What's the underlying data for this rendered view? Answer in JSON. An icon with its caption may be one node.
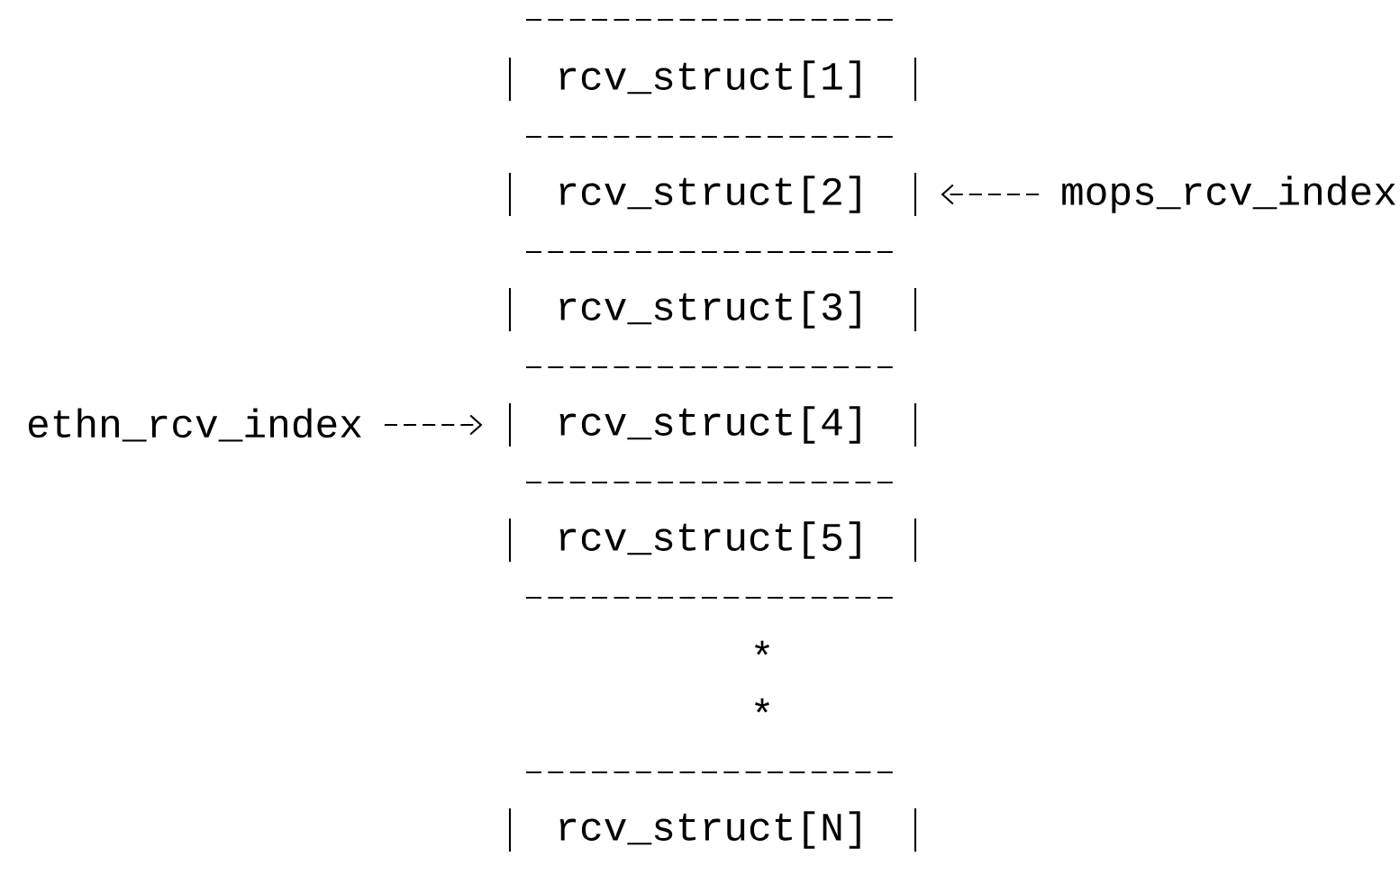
{
  "diagram": {
    "nodes": [
      {
        "text": [
          "rcv_struct[1]"
        ]
      },
      {
        "text": [
          "rcv_struct[2]"
        ]
      },
      {
        "text": [
          "mops_rcv_index"
        ]
      },
      {
        "text": [
          "rcv_struct[3]"
        ]
      },
      {
        "text": [
          "ethn_rcv_index"
        ]
      },
      {
        "text": [
          "rcv_struct[4]"
        ]
      },
      {
        "text": [
          "rcv_struct[5]"
        ]
      },
      {
        "text": [
          "rcv_struct[N]"
        ]
      }
    ],
    "edges": [
      {
        "from": 2,
        "to": 1,
        "arrow": "to"
      },
      {
        "from": 4,
        "to": 5,
        "arrow": "to"
      }
    ],
    "labels": [
      "*",
      "*"
    ]
  }
}
